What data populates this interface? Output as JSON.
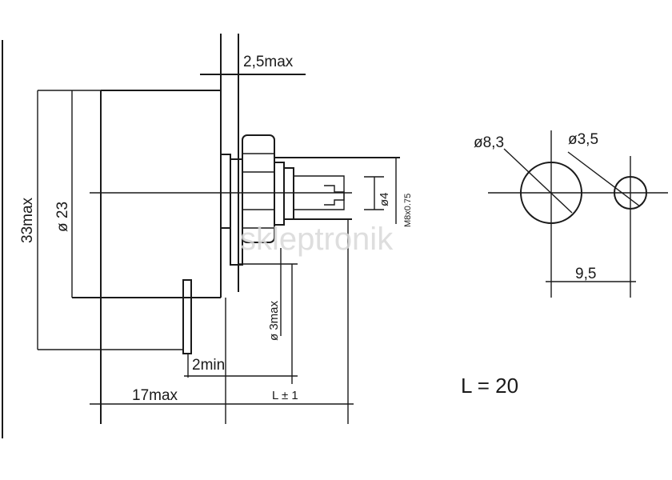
{
  "labels": {
    "dim_25max": "2,5max",
    "dim_33max": "33max",
    "dim_d23": "ø 23",
    "dim_d4": "ø4",
    "dim_thread": "M8x0.75",
    "dim_3max": "ø 3max",
    "dim_2min": "2min",
    "dim_17max": "17max",
    "dim_L": "L ± 1",
    "dim_d83": "ø8,3",
    "dim_d35": "ø3,5",
    "dim_95": "9,5",
    "note_L": "L = 20"
  },
  "watermark": "skleptronik"
}
